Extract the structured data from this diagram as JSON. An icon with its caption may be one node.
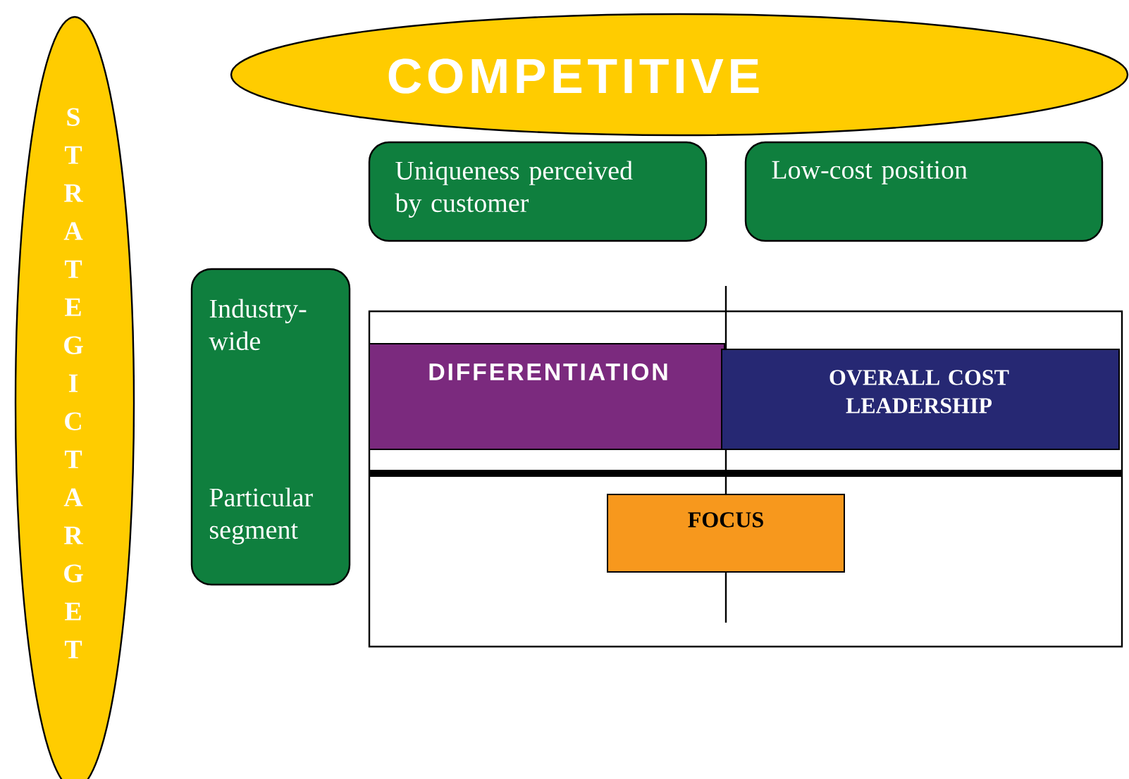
{
  "diagram": {
    "nodes": [
      {
        "text": [
          "STRATEGIC TARGET"
        ]
      },
      {
        "text": [
          "COMPETITIVE"
        ]
      },
      {
        "text": [
          "Uniqueness perceived by customer"
        ]
      },
      {
        "text": [
          "Low-cost position"
        ]
      },
      {
        "text": [
          "Industry- wide",
          "Particular segment"
        ]
      },
      {
        "text": [],
        "shape": "box"
      },
      {
        "text": [
          "DIFFERENTIATION"
        ],
        "in": 5
      },
      {
        "text": [
          "OVERALL COST LEADERSHIP"
        ],
        "in": 5
      },
      {
        "text": [
          "FOCUS"
        ],
        "in": 5
      }
    ]
  }
}
